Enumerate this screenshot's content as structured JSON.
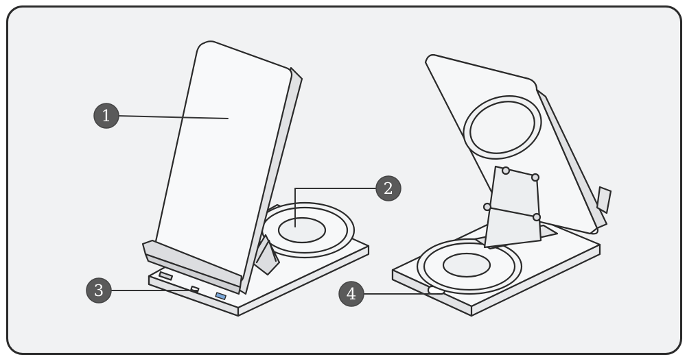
{
  "callouts": [
    {
      "id": 1,
      "label": "1"
    },
    {
      "id": 2,
      "label": "2"
    },
    {
      "id": 3,
      "label": "3"
    },
    {
      "id": 4,
      "label": "4"
    }
  ],
  "colors": {
    "frame_background": "#f1f2f3",
    "frame_border": "#2b2b2b",
    "device_fill": "#f4f5f6",
    "device_stroke": "#2a2a2a",
    "callout_fill": "#5a5a5a",
    "callout_text": "#ffffff",
    "usb_port_fill": "#7aa7d8"
  }
}
